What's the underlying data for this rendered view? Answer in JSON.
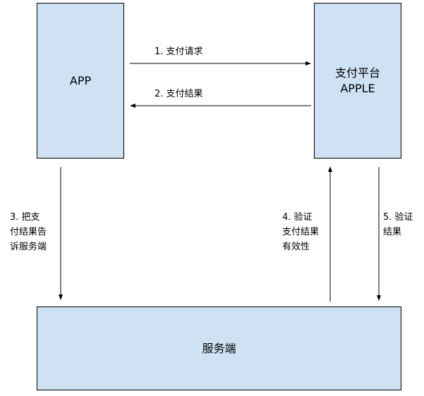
{
  "nodes": {
    "app": {
      "label_lines": [
        "APP"
      ]
    },
    "platform": {
      "label_lines": [
        "支付平台",
        "APPLE"
      ]
    },
    "server": {
      "label_lines": [
        "服务端"
      ]
    }
  },
  "edges": [
    {
      "id": "e1",
      "from": "app",
      "to": "platform",
      "label_lines": [
        "1. 支付请求"
      ]
    },
    {
      "id": "e2",
      "from": "platform",
      "to": "app",
      "label_lines": [
        "2. 支付结果"
      ]
    },
    {
      "id": "e3",
      "from": "app",
      "to": "server",
      "label_lines": [
        "3. 把支",
        "付结果告",
        "诉服务端"
      ]
    },
    {
      "id": "e4",
      "from": "server",
      "to": "platform",
      "label_lines": [
        "4. 验证",
        "支付结果",
        "有效性"
      ]
    },
    {
      "id": "e5",
      "from": "platform",
      "to": "server",
      "label_lines": [
        "5. 验证",
        "结果"
      ]
    }
  ],
  "colors": {
    "box_fill": "#cfe2f3",
    "stroke": "#000000"
  }
}
